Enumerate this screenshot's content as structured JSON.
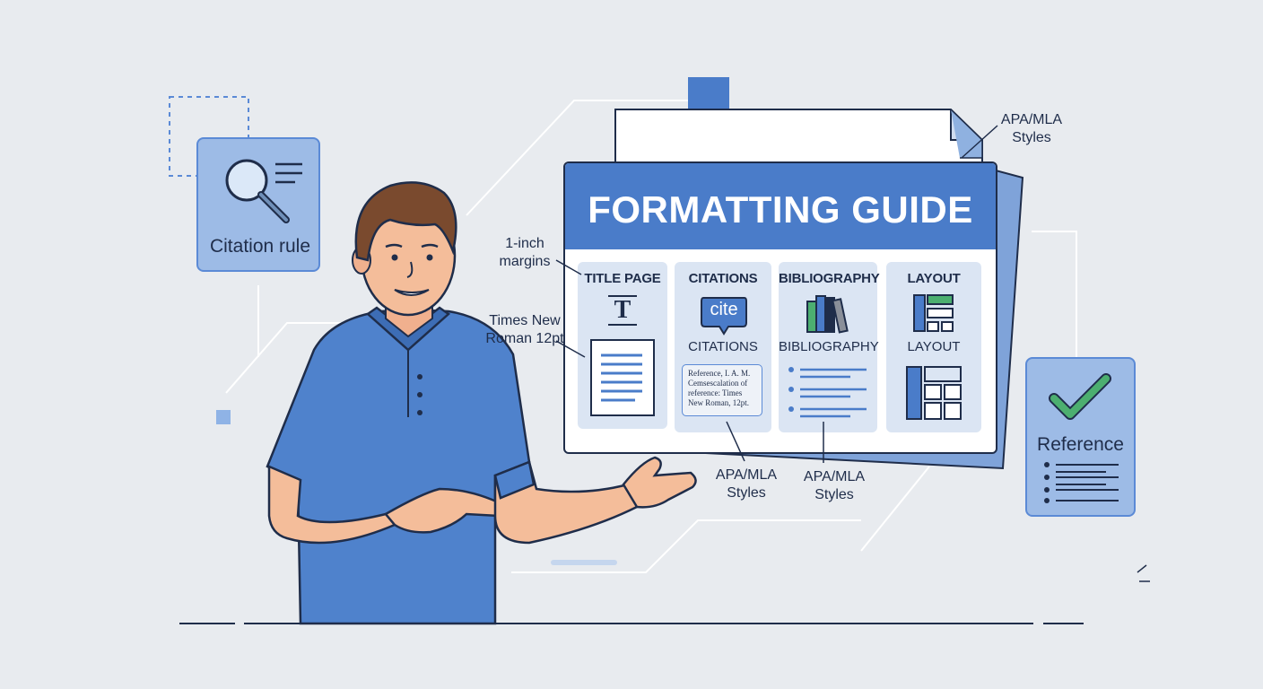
{
  "guide": {
    "title": "FORMATTING GUIDE",
    "panels": [
      {
        "title": "TITLE PAGE",
        "icon": "title-t-icon",
        "glyph": "T"
      },
      {
        "title": "CITATIONS",
        "icon": "cite-bubble-icon",
        "badge": "cite",
        "label": "CITATIONS",
        "reference_text": "Reference, I. A. M. Cemsescalation of reference: Times New Roman, 12pt."
      },
      {
        "title": "BIBLIOGRAPHY",
        "icon": "books-icon",
        "label": "BIBLIOGRAPHY"
      },
      {
        "title": "LAYOUT",
        "icon": "layout-grid-icon",
        "label": "LAYOUT"
      }
    ]
  },
  "callouts": {
    "apa_top_line1": "APA/MLA",
    "apa_top_line2": "Styles",
    "margins_line1": "1-inch",
    "margins_line2": "margins",
    "font_line1": "Times New",
    "font_line2": "Roman 12pt",
    "apa_mid_line1": "APA/MLA",
    "apa_mid_line2": "Styles",
    "apa_right_line1": "APA/MLA",
    "apa_right_line2": "Styles"
  },
  "cards": {
    "citation_rule": {
      "label": "Citation rule",
      "icon": "magnifier-icon"
    },
    "reference": {
      "label": "Reference",
      "icon": "checkmark-icon"
    }
  },
  "colors": {
    "background": "#e8ebef",
    "primary_blue": "#4a7cc9",
    "light_blue": "#9dbbe6",
    "panel_bg": "#dbe5f3",
    "dark_navy": "#1f2d4a",
    "check_green": "#4caf70"
  }
}
